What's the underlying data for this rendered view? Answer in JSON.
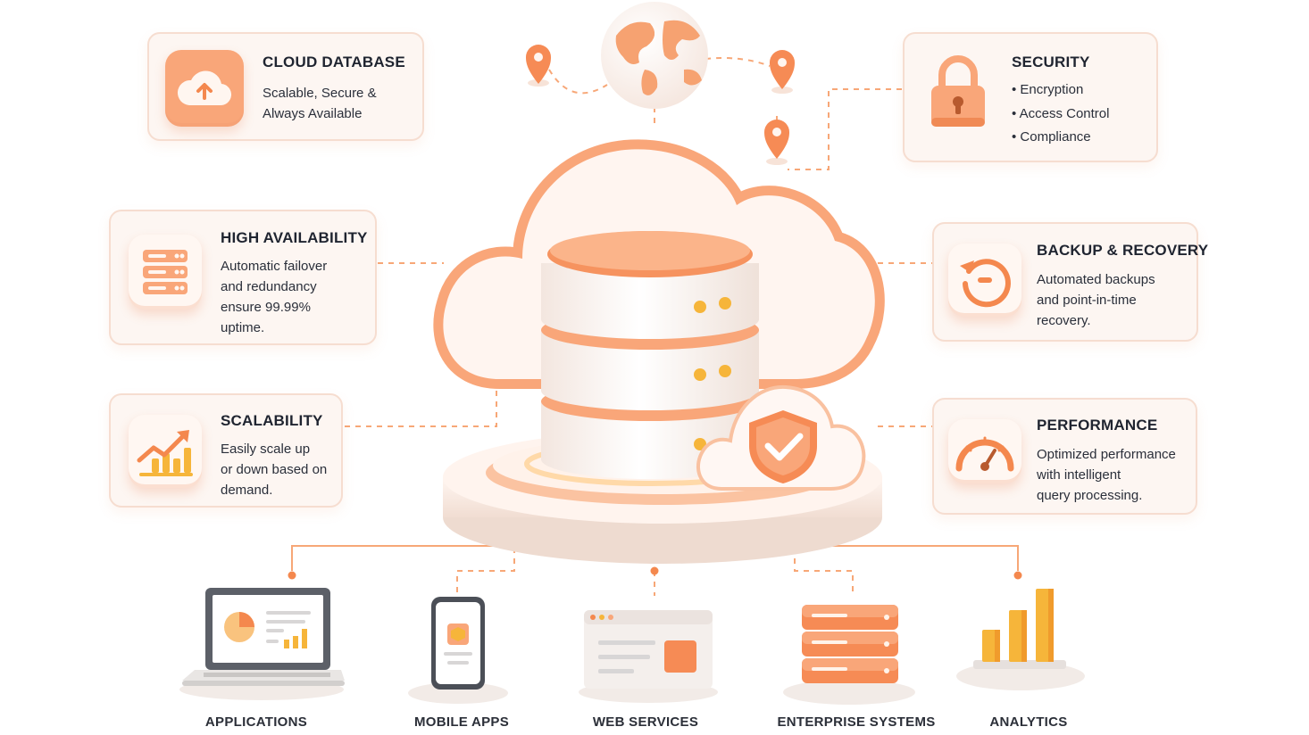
{
  "colors": {
    "accent": "#f4884e",
    "accent_light": "#fbb890",
    "gold": "#f6b53a",
    "card_bg": "#fdf6f2",
    "card_border": "#f6ddd0",
    "text": "#1f2430"
  },
  "cards": {
    "cloud_database": {
      "title": "CLOUD DATABASE",
      "desc_lines": [
        "Scalable, Secure &",
        "Always Available"
      ],
      "icon": "cloud-upload-icon"
    },
    "high_availability": {
      "title": "HIGH AVAILABILITY",
      "desc_lines": [
        "Automatic failover",
        "and redundancy",
        "ensure 99.99%",
        "uptime."
      ],
      "icon": "server-rack-icon"
    },
    "scalability": {
      "title": "SCALABILITY",
      "desc_lines": [
        "Easily scale up",
        "or down based on",
        "demand."
      ],
      "icon": "growth-chart-icon"
    },
    "security": {
      "title": "SECURITY",
      "items": [
        "Encryption",
        "Access Control",
        "Compliance"
      ],
      "icon": "padlock-icon"
    },
    "backup_recovery": {
      "title": "BACKUP & RECOVERY",
      "desc_lines": [
        "Automated backups",
        "and point-in-time",
        "recovery."
      ],
      "icon": "restore-icon"
    },
    "performance": {
      "title": "PERFORMANCE",
      "desc_lines": [
        "Optimized performance",
        "with intelligent",
        "query processing."
      ],
      "icon": "speedometer-icon"
    }
  },
  "center": {
    "icons": [
      "globe-icon",
      "location-pin-icon",
      "cloud-icon",
      "database-stack-icon",
      "shield-check-icon"
    ]
  },
  "clients": [
    {
      "label": "APPLICATIONS",
      "icon": "laptop-icon"
    },
    {
      "label": "MOBILE APPS",
      "icon": "smartphone-icon"
    },
    {
      "label": "WEB SERVICES",
      "icon": "browser-window-icon"
    },
    {
      "label": "ENTERPRISE SYSTEMS",
      "icon": "server-stack-icon"
    },
    {
      "label": "ANALYTICS",
      "icon": "bar-chart-icon"
    }
  ]
}
